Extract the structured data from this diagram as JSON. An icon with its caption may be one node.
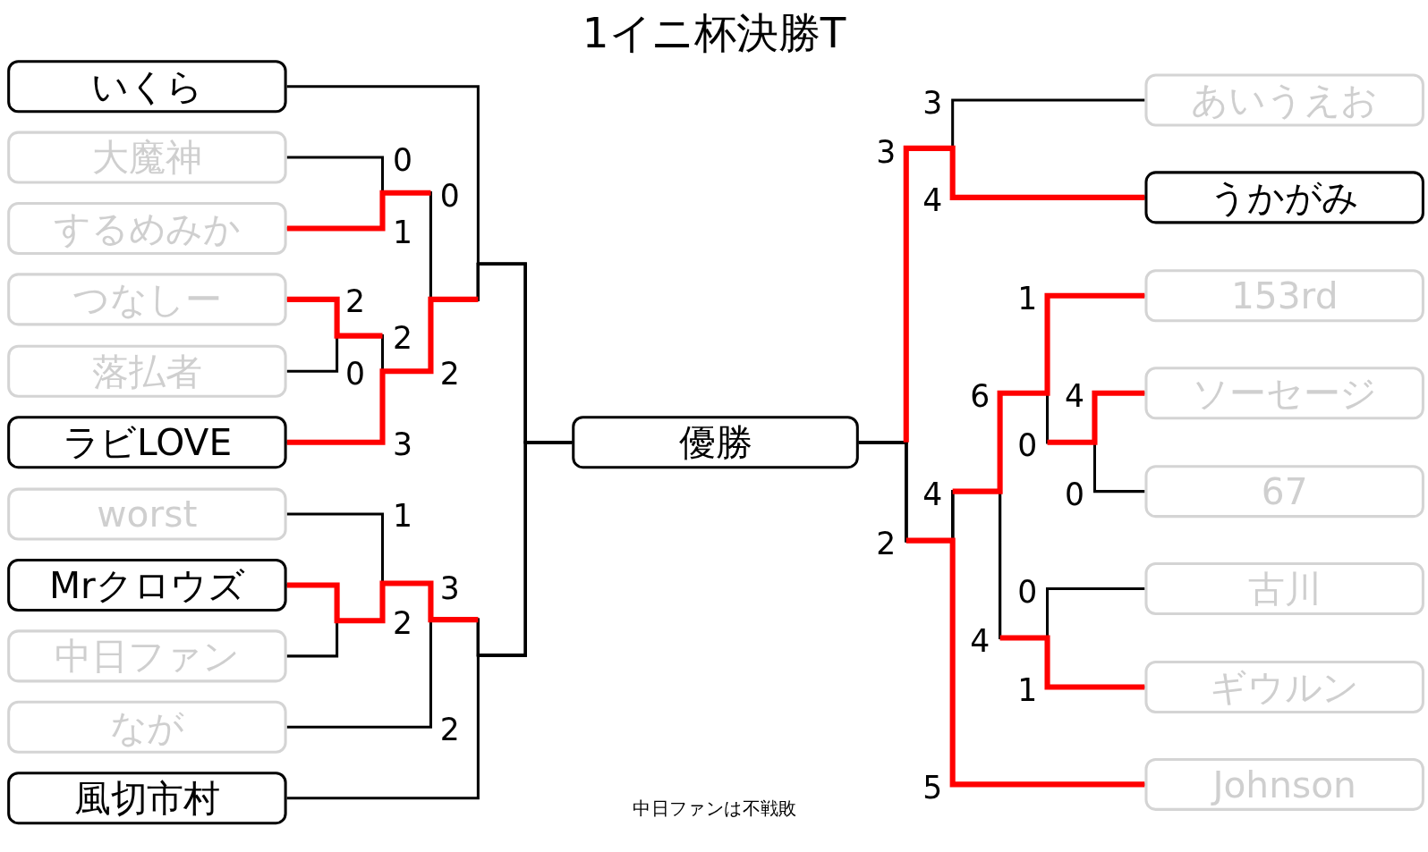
{
  "diagram": {
    "title": "1イニ杯決勝T",
    "nodes": [
      {
        "text": [
          "いくら"
        ]
      },
      {
        "text": [
          "大魔神"
        ]
      },
      {
        "text": [
          "するめみか"
        ]
      },
      {
        "text": [
          "つなしー"
        ]
      },
      {
        "text": [
          "落払者"
        ]
      },
      {
        "text": [
          "ラビLOVE"
        ]
      },
      {
        "text": [
          "worst"
        ]
      },
      {
        "text": [
          "Mrクロウズ"
        ]
      },
      {
        "text": [
          "中日ファン"
        ]
      },
      {
        "text": [
          "なが"
        ]
      },
      {
        "text": [
          "風切市村"
        ]
      },
      {
        "text": [
          "優勝"
        ]
      },
      {
        "text": [
          "あいうえお"
        ]
      },
      {
        "text": [
          "うかがみ"
        ]
      },
      {
        "text": [
          "153rd"
        ]
      },
      {
        "text": [
          "ソーセージ"
        ]
      },
      {
        "text": [
          "67"
        ]
      },
      {
        "text": [
          "古川"
        ]
      },
      {
        "text": [
          "ギウルン"
        ]
      },
      {
        "text": [
          "Johnson"
        ]
      }
    ],
    "edges": [
      {
        "from": 0,
        "to": 11,
        "arrow": "none"
      },
      {
        "from": 1,
        "to": 11,
        "arrow": "none"
      },
      {
        "from": 2,
        "to": 11,
        "arrow": "none"
      },
      {
        "from": 3,
        "to": 11,
        "arrow": "none"
      },
      {
        "from": 4,
        "to": 11,
        "arrow": "none"
      },
      {
        "from": 5,
        "to": 11,
        "arrow": "none"
      },
      {
        "from": 6,
        "to": 11,
        "arrow": "none"
      },
      {
        "from": 7,
        "to": 11,
        "arrow": "none"
      },
      {
        "from": 8,
        "to": 11,
        "arrow": "none"
      },
      {
        "from": 9,
        "to": 11,
        "arrow": "none"
      },
      {
        "from": 10,
        "to": 11,
        "arrow": "none"
      },
      {
        "from": 12,
        "to": 11,
        "arrow": "none"
      },
      {
        "from": 13,
        "to": 11,
        "arrow": "none"
      },
      {
        "from": 14,
        "to": 11,
        "arrow": "none"
      },
      {
        "from": 15,
        "to": 11,
        "arrow": "none"
      },
      {
        "from": 16,
        "to": 11,
        "arrow": "none"
      },
      {
        "from": 17,
        "to": 11,
        "arrow": "none"
      },
      {
        "from": 18,
        "to": 11,
        "arrow": "none"
      },
      {
        "from": 19,
        "to": 11,
        "arrow": "none"
      }
    ],
    "labels": [
      "0",
      "0",
      "1",
      "2",
      "2",
      "0",
      "2",
      "3",
      "1",
      "3",
      "2",
      "2",
      "3",
      "3",
      "4",
      "1",
      "6",
      "4",
      "0",
      "4",
      "0",
      "2",
      "0",
      "4",
      "1",
      "5",
      "中日ファンは不戦敗"
    ]
  }
}
